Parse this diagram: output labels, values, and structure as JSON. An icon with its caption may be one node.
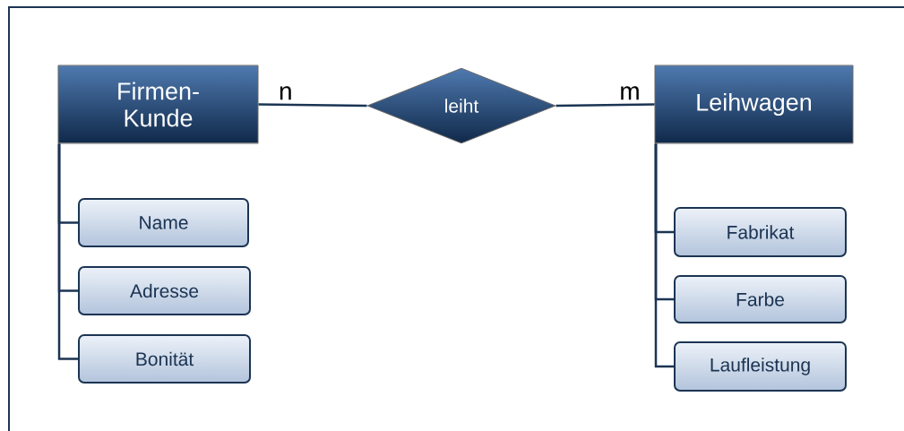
{
  "diagram": {
    "nodes": [
      {
        "text": [
          "Firmen- Kunde"
        ]
      },
      {
        "text": [
          "leiht"
        ]
      },
      {
        "text": [
          "Leihwagen"
        ]
      },
      {
        "text": [
          "Name"
        ]
      },
      {
        "text": [
          "Adresse"
        ]
      },
      {
        "text": [
          "Bonität"
        ]
      },
      {
        "text": [
          "Fabrikat"
        ]
      },
      {
        "text": [
          "Farbe"
        ]
      },
      {
        "text": [
          "Laufleistung"
        ]
      }
    ],
    "edges": [
      {
        "from": 0,
        "to": 1,
        "arrow": "none",
        "label": "n"
      },
      {
        "from": 1,
        "to": 2,
        "arrow": "none",
        "label": "m"
      },
      {
        "from": 0,
        "to": 3,
        "arrow": "none"
      },
      {
        "from": 0,
        "to": 4,
        "arrow": "none"
      },
      {
        "from": 0,
        "to": 5,
        "arrow": "none"
      },
      {
        "from": 2,
        "to": 6,
        "arrow": "none"
      },
      {
        "from": 2,
        "to": 7,
        "arrow": "none"
      },
      {
        "from": 2,
        "to": 8,
        "arrow": "none"
      }
    ]
  }
}
